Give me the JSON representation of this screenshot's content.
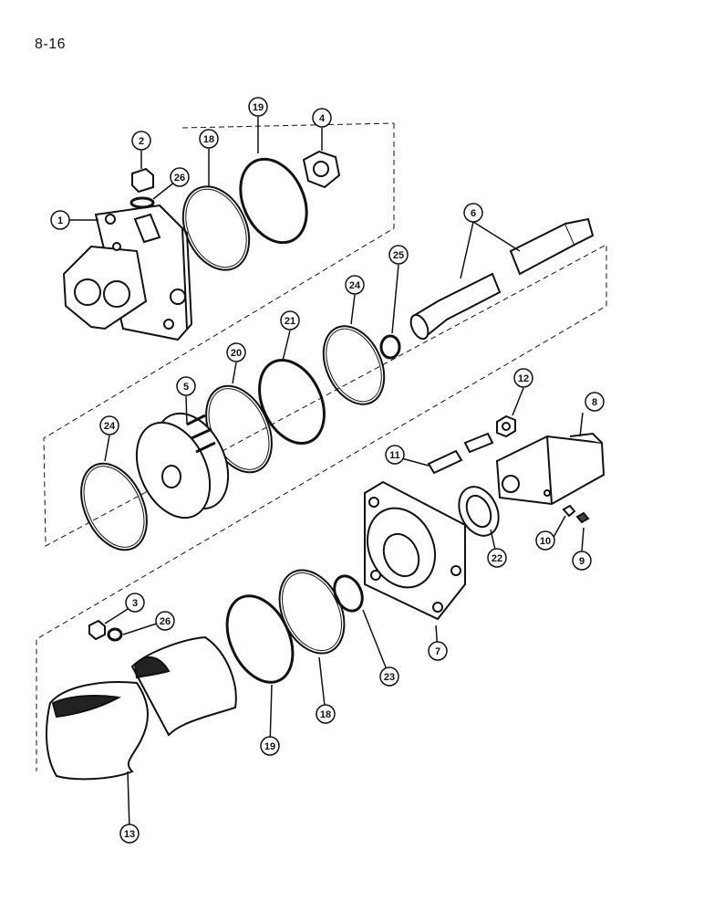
{
  "page": {
    "number": "8-16"
  },
  "colors": {
    "ink": "#111111",
    "paper": "#ffffff",
    "shade": "#444444"
  },
  "callouts": [
    {
      "id": "c1",
      "label": "1"
    },
    {
      "id": "c2",
      "label": "2"
    },
    {
      "id": "c3",
      "label": "3"
    },
    {
      "id": "c4",
      "label": "4"
    },
    {
      "id": "c5",
      "label": "5"
    },
    {
      "id": "c6",
      "label": "6"
    },
    {
      "id": "c7",
      "label": "7"
    },
    {
      "id": "c8",
      "label": "8"
    },
    {
      "id": "c9",
      "label": "9"
    },
    {
      "id": "c10",
      "label": "10"
    },
    {
      "id": "c11",
      "label": "11"
    },
    {
      "id": "c12",
      "label": "12"
    },
    {
      "id": "c13",
      "label": "13"
    },
    {
      "id": "c18a",
      "label": "18"
    },
    {
      "id": "c18b",
      "label": "18"
    },
    {
      "id": "c19a",
      "label": "19"
    },
    {
      "id": "c19b",
      "label": "19"
    },
    {
      "id": "c20",
      "label": "20"
    },
    {
      "id": "c21",
      "label": "21"
    },
    {
      "id": "c22",
      "label": "22"
    },
    {
      "id": "c23",
      "label": "23"
    },
    {
      "id": "c24a",
      "label": "24"
    },
    {
      "id": "c24b",
      "label": "24"
    },
    {
      "id": "c25",
      "label": "25"
    },
    {
      "id": "c26a",
      "label": "26"
    },
    {
      "id": "c26b",
      "label": "26"
    }
  ]
}
